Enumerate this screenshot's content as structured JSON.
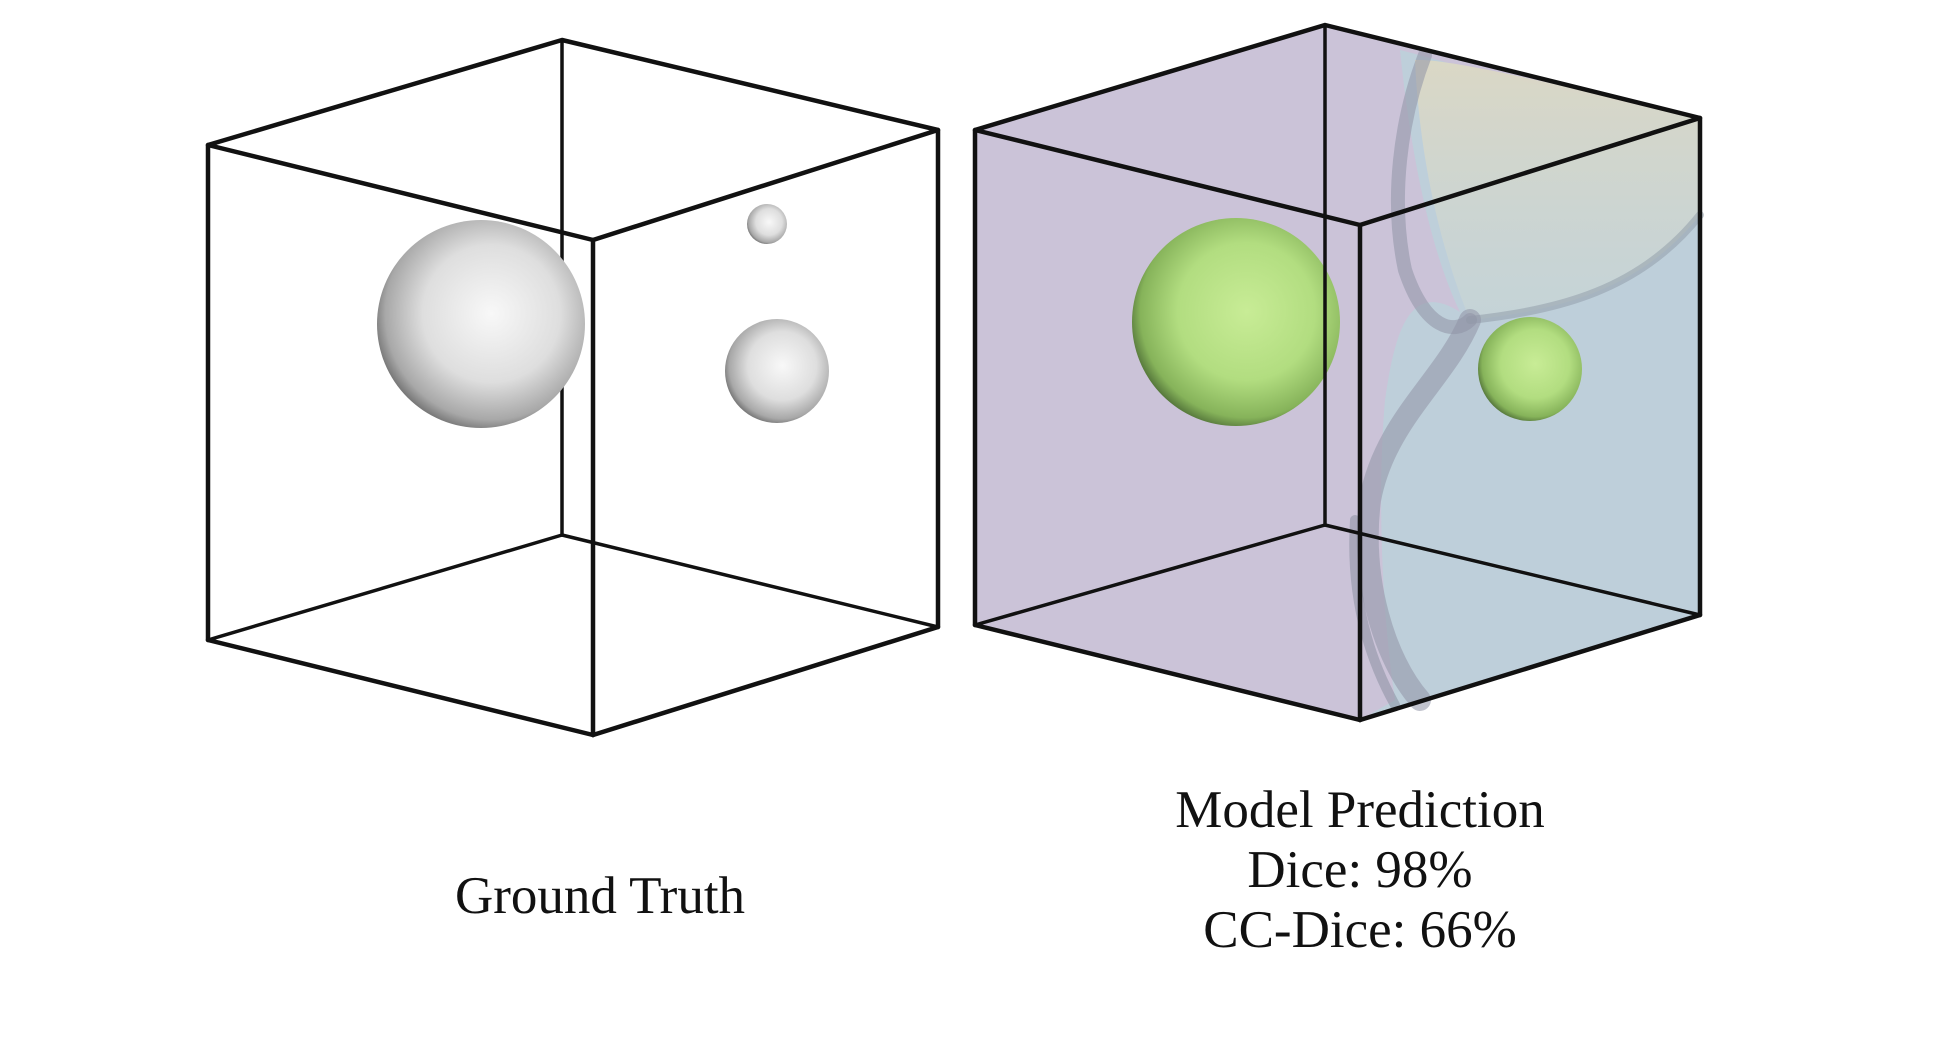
{
  "panels": [
    {
      "id": "ground-truth",
      "caption_lines": [
        "Ground Truth"
      ]
    },
    {
      "id": "model-prediction",
      "caption_lines": [
        "Model Prediction",
        "Dice: 98%",
        "CC-Dice: 66%"
      ]
    }
  ],
  "colors": {
    "cube_edge": "#111111",
    "sphere_gray": "#cfcfcf",
    "sphere_green": "#a8d877",
    "prediction_purple_fill": "#c8c0d6",
    "prediction_blue_fill": "#bcd0da",
    "prediction_beige_fill": "#d6d2bf"
  }
}
